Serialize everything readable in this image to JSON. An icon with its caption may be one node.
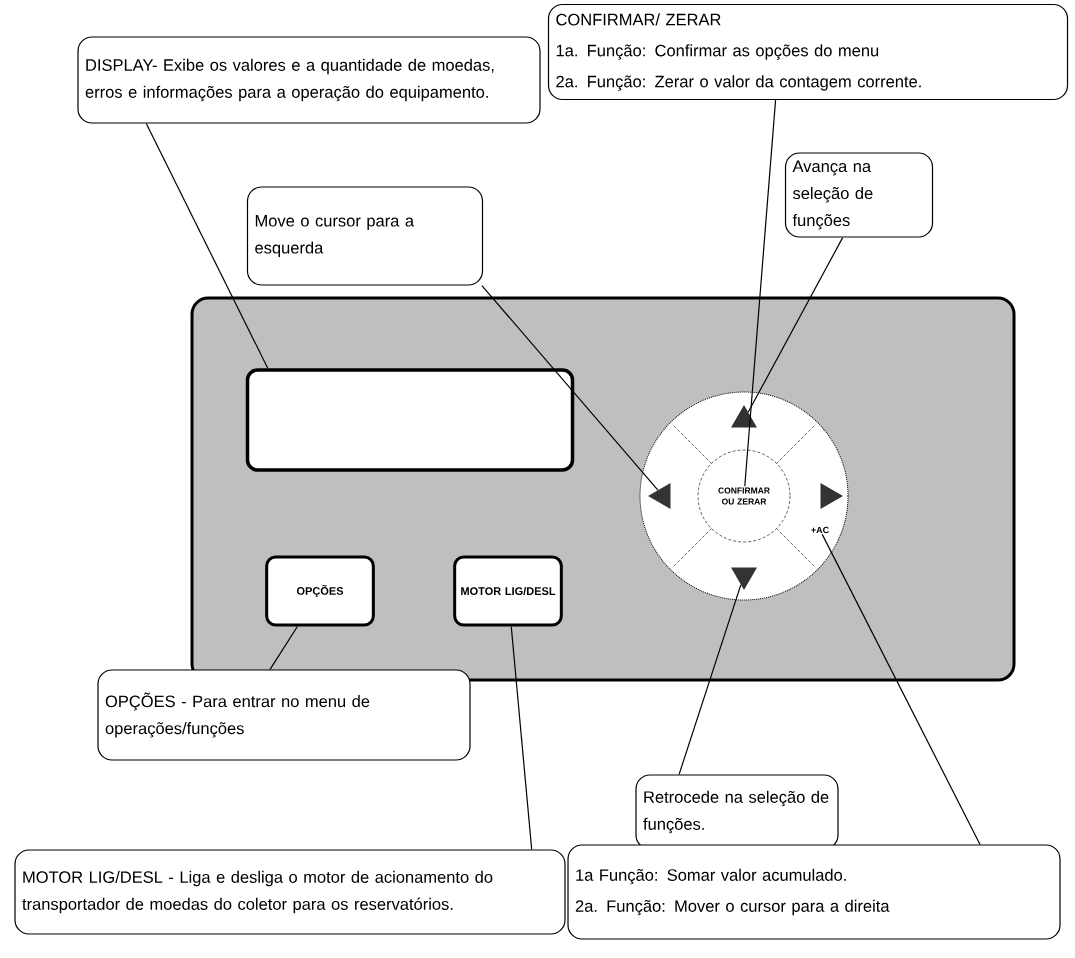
{
  "diagram": {
    "nodes": [
      {
        "text": [
          "DISPLAY- Exibe os valores e a quantidade de moedas, erros e informações para a operação do equipamento."
        ]
      },
      {
        "text": [
          "CONFIRMAR/ ZERAR",
          "1a. Função: Confirmar as opções do menu",
          "2a. Função: Zerar o valor da contagem corrente."
        ]
      },
      {
        "text": [
          "Move o cursor para a esquerda"
        ]
      },
      {
        "text": [
          "Avança na seleção de funções"
        ]
      },
      {
        "text": [],
        "shape": "box"
      },
      {
        "text": [],
        "shape": "box",
        "in": 4
      },
      {
        "text": [],
        "shape": "circle",
        "in": 4
      },
      {
        "text": [],
        "shape": "triangle",
        "in": 6
      },
      {
        "text": [],
        "shape": "triangle",
        "in": 6
      },
      {
        "text": [
          "CONFIRMAR OU ZERAR"
        ],
        "in": 6
      },
      {
        "text": [],
        "shape": "triangle",
        "in": 6
      },
      {
        "text": [
          "+AC"
        ],
        "in": 6
      },
      {
        "text": [],
        "shape": "triangle",
        "in": 6
      },
      {
        "text": [
          "OPÇÕES"
        ],
        "in": 4
      },
      {
        "text": [
          "MOTOR LIG/DESL"
        ],
        "in": 4
      },
      {
        "text": [
          "OPÇÕES - Para entrar  no menu de operações/funções"
        ]
      },
      {
        "text": [
          "Retrocede na seleção de funções."
        ]
      },
      {
        "text": [
          "MOTOR LIG/DESL - Liga e desliga o motor de acionamento do transportador de moedas do coletor para os reservatórios."
        ]
      },
      {
        "text": [
          "1a Função: Somar valor acumulado.",
          "2a. Função:  Mover o cursor para a direita"
        ]
      }
    ],
    "edges": [
      {
        "from": 0,
        "to": 5,
        "arrow": "none"
      },
      {
        "from": 1,
        "to": 9,
        "arrow": "none"
      },
      {
        "from": 2,
        "to": 8,
        "arrow": "none"
      },
      {
        "from": 3,
        "to": 7,
        "arrow": "none"
      },
      {
        "from": 15,
        "to": 13,
        "arrow": "none"
      },
      {
        "from": 17,
        "to": 14,
        "arrow": "none"
      },
      {
        "from": 16,
        "to": 12,
        "arrow": "none"
      },
      {
        "from": 18,
        "to": 11,
        "arrow": "none"
      }
    ]
  }
}
